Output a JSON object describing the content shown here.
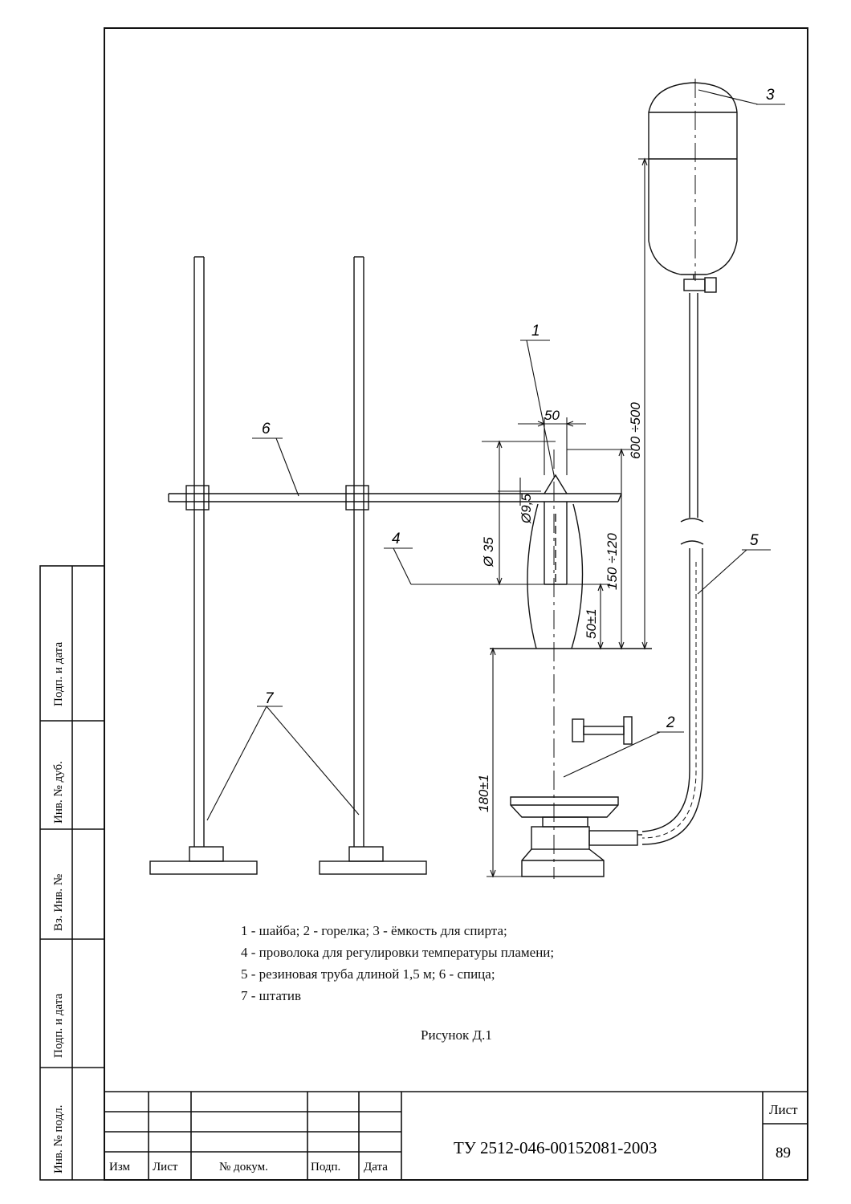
{
  "callouts": {
    "c1": "1",
    "c2": "2",
    "c3": "3",
    "c4": "4",
    "c5": "5",
    "c6": "6",
    "c7": "7"
  },
  "dimensions": {
    "d50": "50",
    "d9_5": "Ø9,5",
    "d35": "Ø 35",
    "d150_120": "150 ÷120",
    "d50pm1": "50±1",
    "d600_500": "600 ÷500",
    "d180pm1": "180±1"
  },
  "legend": {
    "line1": "1 - шайба;  2 - горелка;  3 - ёмкость для спирта;",
    "line2": "4 - проволока для регулировки температуры пламени;",
    "line3": "5 - резиновая труба длиной 1,5 м; 6 - спица;",
    "line4": "7 - штатив"
  },
  "caption": "Рисунок Д.1",
  "side_stamp": {
    "podp_data_1": "Подп. и дата",
    "inv_dub": "Инв. № дуб.",
    "vz_inv": "Вз. Инв. №",
    "podp_data_2": "Подп. и дата",
    "inv_podl": "Инв. № подл."
  },
  "title_block": {
    "izm": "Изм",
    "list": "Лист",
    "dokum": "№ докум.",
    "podp": "Подп.",
    "data": "Дата",
    "doc_number": "ТУ 2512-046-00152081-2003",
    "sheet_label": "Лист",
    "sheet_number": "89"
  }
}
